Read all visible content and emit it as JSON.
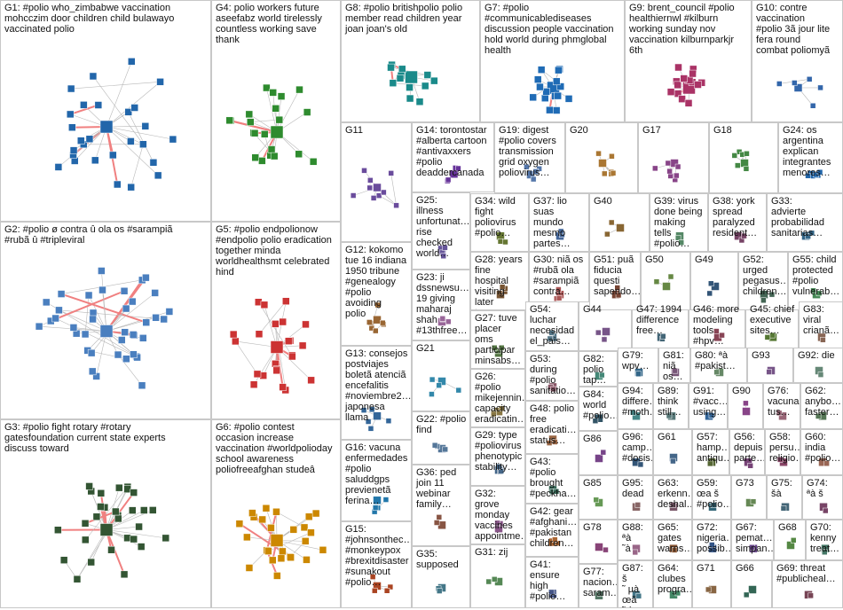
{
  "colors": {
    "edge": "#b8b8b8",
    "edge_strong": "#f08080",
    "panel_border": "#c8c8c8"
  },
  "groups": [
    {
      "id": "G1",
      "text": "G1: #polio who_zimbabwe vaccination\nmohcczim door children child bulawayo\nvaccinated polio",
      "nodes": 28,
      "node_color": "#2266aa"
    },
    {
      "id": "G2",
      "text": "G2: #polio ø contra û ola os #sarampiã\n#rubã û #tripleviral",
      "nodes": 40,
      "node_color": "#4a7fbf"
    },
    {
      "id": "G3",
      "text": "G3: #polio fight rotary #rotary\ngatesfoundation current state experts\ndiscuss toward",
      "nodes": 30,
      "node_color": "#335533"
    },
    {
      "id": "G4",
      "text": "G4: polio workers future\naseefabz world tirelessly\ncountless working save\nthank",
      "nodes": 22,
      "node_color": "#2e8b2e"
    },
    {
      "id": "G5",
      "text": "G5: #polio endpolionow\n#endpolio polio eradication\ntogether minda\nworldhealthsmt celebrated\nhind",
      "nodes": 24,
      "node_color": "#cc3333"
    },
    {
      "id": "G6",
      "text": "G6: #polio contest\noccasion increase\nvaccination #worldpolioday\nschool awareness\npoliofreeafghan studeâ",
      "nodes": 26,
      "node_color": "#cc8800"
    },
    {
      "id": "G7",
      "text": "G7: #polio\n#communicablediseases\ndiscussion people vaccination\nhold world during phmglobal\nhealth",
      "nodes": 16,
      "node_color": "#1f6bb5"
    },
    {
      "id": "G8",
      "text": "G8: #polio britishpolio polio\nmember read children year\njoan joan's old",
      "nodes": 14,
      "node_color": "#1a8a8a"
    },
    {
      "id": "G9",
      "text": "G9: brent_council #polio\nhealthiernwl #kilburn\nworking sunday nov\nvaccination kilburnparkjr\n6th",
      "nodes": 16,
      "node_color": "#aa3366"
    },
    {
      "id": "G10",
      "text": "G10: contre\nvaccination\n#polio 3ã jour lite\nfera round\ncombat poliomyã",
      "nodes": 6,
      "node_color": "#3366aa"
    },
    {
      "id": "G11",
      "text": "G11",
      "nodes": 10,
      "node_color": "#6a4c9c"
    },
    {
      "id": "G12",
      "text": "G12: kokomo\ntue 16 indiana\n1950 tribune\n#genealogy\n#polio avoiding\npolio",
      "nodes": 8,
      "node_color": "#996633"
    },
    {
      "id": "G13",
      "text": "G13: consejos\npostviajes\nboletã atenciã\nencefalitis\n#noviembre2…\njaponesa\nllama",
      "nodes": 6,
      "node_color": "#336699"
    },
    {
      "id": "G14",
      "text": "G14: torontostar\n#alberta cartoon\n#antivaxxers\n#polio\ndeaddercanada",
      "nodes": 5,
      "node_color": "#663399"
    },
    {
      "id": "G15",
      "text": "G15:\n#johnsonthec…\n#monkeypox\n#brexitdisaster\n#sunakout\n#polio…",
      "nodes": 5,
      "node_color": "#aa4422"
    },
    {
      "id": "G16",
      "text": "G16: vacuna\nenfermedades\n#polio\nsaluddgps\nprevienetã\nferina…",
      "nodes": 5,
      "node_color": "#2277aa"
    },
    {
      "id": "G17",
      "text": "G17",
      "nodes": 8,
      "node_color": "#884488"
    },
    {
      "id": "G18",
      "text": "G18",
      "nodes": 7,
      "node_color": "#448844"
    },
    {
      "id": "G19",
      "text": "G19: digest\n#polio covers\ntransmission\ngrid oxygen\npoliovirus…",
      "nodes": 6,
      "node_color": "#5577aa"
    },
    {
      "id": "G20",
      "text": "G20",
      "nodes": 7,
      "node_color": "#aa7733"
    },
    {
      "id": "G21",
      "text": "G21",
      "nodes": 5,
      "node_color": "#3388aa"
    },
    {
      "id": "G22",
      "text": "G22: #polio\nfind",
      "nodes": 4,
      "node_color": "#557799"
    },
    {
      "id": "G23",
      "text": "G23: ji\ndssnewsu…\n19 giving\nmaharaj\nshah\n#13thfree…",
      "nodes": 4,
      "node_color": "#996699"
    },
    {
      "id": "G24",
      "text": "G24: os\nargentina\nexplican\nintegrantes\nmenores…",
      "nodes": 5,
      "node_color": "#2266aa"
    },
    {
      "id": "G25",
      "text": "G25: illness\nunfortunat…\nrise\nchecked\nworld…",
      "nodes": 4,
      "node_color": "#665599"
    },
    {
      "id": "G26",
      "text": "G26: #polio\nmikejennin…\ncapacity\neradicatin…",
      "nodes": 4,
      "node_color": "#887744"
    },
    {
      "id": "G27",
      "text": "G27: tuve\nplacer oms\nparticipar\nminsabs…",
      "nodes": 4,
      "node_color": "#557744"
    },
    {
      "id": "G28",
      "text": "G28: years\nfine hospital\nvisiting later\ntwo…",
      "nodes": 4,
      "node_color": "#775533"
    },
    {
      "id": "G29",
      "text": "G29: type\n#poliovirus\nphenotypic\nstability…",
      "nodes": 4,
      "node_color": "#446688"
    },
    {
      "id": "G30",
      "text": "G30: niã os\n#rubã ola\n#sarampiã\ncontra…",
      "nodes": 4,
      "node_color": "#aa5555"
    },
    {
      "id": "G31",
      "text": "G31: zij",
      "nodes": 3,
      "node_color": "#558855"
    },
    {
      "id": "G32",
      "text": "G32: grove\nmonday\nvaccines\nappointme…",
      "nodes": 3,
      "node_color": "#885588"
    },
    {
      "id": "G33",
      "text": "G33:\nadvierte\nprobabilidad\nsanitarias…",
      "nodes": 3,
      "node_color": "#336688"
    },
    {
      "id": "G34",
      "text": "G34: wild\nfight\npoliovirus\n#polio…",
      "nodes": 3,
      "node_color": "#667733"
    },
    {
      "id": "G35",
      "text": "G35:\nsupposed",
      "nodes": 3,
      "node_color": "#447788"
    },
    {
      "id": "G36",
      "text": "G36: ped\njoin 11\nwebinar\nfamily…",
      "nodes": 3,
      "node_color": "#885544"
    },
    {
      "id": "G37",
      "text": "G37: lio\nsuas mundo\nmesmo\npartes…",
      "nodes": 3,
      "node_color": "#446699"
    },
    {
      "id": "G38",
      "text": "G38: york\nspread\nparalyzed\nresident…",
      "nodes": 3,
      "node_color": "#774466"
    },
    {
      "id": "G39",
      "text": "G39: virus\ndone being\nmaking tells\n#polio…",
      "nodes": 3,
      "node_color": "#558866"
    },
    {
      "id": "G40",
      "text": "G40",
      "nodes": 3,
      "node_color": "#886633"
    },
    {
      "id": "G41",
      "text": "G41:\nensure\nhigh\n#polio…",
      "nodes": 3,
      "node_color": "#445588"
    },
    {
      "id": "G42",
      "text": "G42: gear\n#afghani…\n#pakistan\nchildren…",
      "nodes": 3,
      "node_color": "#aa6633"
    },
    {
      "id": "G43",
      "text": "G43:\n#polio\nbrought\n#peckha…",
      "nodes": 3,
      "node_color": "#336655"
    },
    {
      "id": "G44",
      "text": "G44",
      "nodes": 3,
      "node_color": "#775588"
    },
    {
      "id": "G45",
      "text": "G45: chief\nexecutive\nsites…",
      "nodes": 3,
      "node_color": "#557733"
    },
    {
      "id": "G46",
      "text": "G46: more\nmodeling\ntools #hpv…",
      "nodes": 3,
      "node_color": "#884455"
    },
    {
      "id": "G47",
      "text": "G47: 1994\ndifference\nfree…",
      "nodes": 3,
      "node_color": "#446677"
    },
    {
      "id": "G48",
      "text": "G48: polio\nfree\neradicati…\nstatus…",
      "nodes": 3,
      "node_color": "#996644"
    },
    {
      "id": "G49",
      "text": "G49",
      "nodes": 3,
      "node_color": "#335577"
    },
    {
      "id": "G50",
      "text": "G50",
      "nodes": 3,
      "node_color": "#668844"
    },
    {
      "id": "G51",
      "text": "G51: puã\nfiducia\nquesti\nsapendo…",
      "nodes": 3,
      "node_color": "#774433"
    },
    {
      "id": "G52",
      "text": "G52:\nurged\npegasus…\nchildren…",
      "nodes": 3,
      "node_color": "#446655"
    },
    {
      "id": "G53",
      "text": "G53:\nduring\n#polio\nsanitatio…",
      "nodes": 3,
      "node_color": "#885566"
    },
    {
      "id": "G54",
      "text": "G54:\nluchar\nnecesidad\nel_pais…",
      "nodes": 3,
      "node_color": "#557788"
    },
    {
      "id": "G55",
      "text": "G55: child\nprotected\n#polio\nvulnerab…",
      "nodes": 3,
      "node_color": "#448855"
    },
    {
      "id": "G56",
      "text": "G56:\ndepuis\nparte…",
      "nodes": 2,
      "node_color": "#774477"
    },
    {
      "id": "G57",
      "text": "G57:\nhamp…\nantiqu…",
      "nodes": 2,
      "node_color": "#556633"
    },
    {
      "id": "G58",
      "text": "G58:\npersu…\nreligio…",
      "nodes": 2,
      "node_color": "#884466"
    },
    {
      "id": "G59",
      "text": "G59:\nœa š\n#polio…",
      "nodes": 2,
      "node_color": "#336677"
    },
    {
      "id": "G60",
      "text": "G60:\nindia\n#polio…",
      "nodes": 2,
      "node_color": "#996655"
    },
    {
      "id": "G61",
      "text": "G61",
      "nodes": 2,
      "node_color": "#446688"
    },
    {
      "id": "G62",
      "text": "G62:\nanybo…\nfaster…",
      "nodes": 2,
      "node_color": "#557755"
    },
    {
      "id": "G63",
      "text": "G63:\nerkenn…\ndeshal…",
      "nodes": 2,
      "node_color": "#775566"
    },
    {
      "id": "G64",
      "text": "G64:\nclubes\nprogra…",
      "nodes": 2,
      "node_color": "#448866"
    },
    {
      "id": "G65",
      "text": "G65:\ngates\nwarns…",
      "nodes": 2,
      "node_color": "#885533"
    },
    {
      "id": "G66",
      "text": "G66",
      "nodes": 2,
      "node_color": "#336655"
    },
    {
      "id": "G67",
      "text": "G67:\npemat…\nsimpan…",
      "nodes": 2,
      "node_color": "#664488"
    },
    {
      "id": "G68",
      "text": "G68",
      "nodes": 2,
      "node_color": "#558844"
    },
    {
      "id": "G69",
      "text": "G69: threat\n#publicheal…",
      "nodes": 2,
      "node_color": "#774455"
    },
    {
      "id": "G70",
      "text": "G70:\nkenny\ntreat…",
      "nodes": 2,
      "node_color": "#447766"
    },
    {
      "id": "G71",
      "text": "G71",
      "nodes": 2,
      "node_color": "#886644"
    },
    {
      "id": "G72",
      "text": "G72:\nnigeria…\npossib…",
      "nodes": 2,
      "node_color": "#335588"
    },
    {
      "id": "G73",
      "text": "G73",
      "nodes": 2,
      "node_color": "#668855"
    },
    {
      "id": "G74",
      "text": "G74:\nªà š",
      "nodes": 2,
      "node_color": "#774466"
    },
    {
      "id": "G75",
      "text": "G75:\nšà",
      "nodes": 2,
      "node_color": "#446677"
    },
    {
      "id": "G76",
      "text": "G76:\nvacuna\ntus…",
      "nodes": 2,
      "node_color": "#996677"
    },
    {
      "id": "G77",
      "text": "G77:\nnacion…\nsaram…",
      "nodes": 2,
      "node_color": "#557766"
    },
    {
      "id": "G78",
      "text": "G78",
      "nodes": 2,
      "node_color": "#884477"
    },
    {
      "id": "G79",
      "text": "G79:\nwpv…",
      "nodes": 2,
      "node_color": "#336688"
    },
    {
      "id": "G80",
      "text": "G80: ªà\n#pakist…",
      "nodes": 2,
      "node_color": "#668866"
    },
    {
      "id": "G81",
      "text": "G81: niã\nos…",
      "nodes": 2,
      "node_color": "#775577"
    },
    {
      "id": "G82",
      "text": "G82:\npolio\ntap…",
      "nodes": 2,
      "node_color": "#448877"
    },
    {
      "id": "G83",
      "text": "G83:\nviral\ncrianã…",
      "nodes": 2,
      "node_color": "#886655"
    },
    {
      "id": "G84",
      "text": "G84:\nworld\n#polio…",
      "nodes": 2,
      "node_color": "#335566"
    },
    {
      "id": "G85",
      "text": "G85",
      "nodes": 2,
      "node_color": "#669955"
    },
    {
      "id": "G86",
      "text": "G86",
      "nodes": 2,
      "node_color": "#774488"
    },
    {
      "id": "G87",
      "text": "G87: š\n˜ µà œã\n˜ à µ…",
      "nodes": 2,
      "node_color": "#447788"
    },
    {
      "id": "G88",
      "text": "G88: ªà\n˜à",
      "nodes": 2,
      "node_color": "#996688"
    },
    {
      "id": "G89",
      "text": "G89:\nthink\nstill…",
      "nodes": 2,
      "node_color": "#557777"
    },
    {
      "id": "G90",
      "text": "G90",
      "nodes": 2,
      "node_color": "#884488"
    },
    {
      "id": "G91",
      "text": "G91:\n#vacc…\nusing…",
      "nodes": 2,
      "node_color": "#336699"
    },
    {
      "id": "G92",
      "text": "G92: die",
      "nodes": 2,
      "node_color": "#668877"
    },
    {
      "id": "G93",
      "text": "G93",
      "nodes": 2,
      "node_color": "#775588"
    },
    {
      "id": "G94",
      "text": "G94:\ndiffere…\n#moth…",
      "nodes": 2,
      "node_color": "#448888"
    },
    {
      "id": "G95",
      "text": "G95:\ndead",
      "nodes": 2,
      "node_color": "#886666"
    },
    {
      "id": "G96",
      "text": "G96:\ncamp…\n#dosis…",
      "nodes": 2,
      "node_color": "#335577"
    }
  ]
}
